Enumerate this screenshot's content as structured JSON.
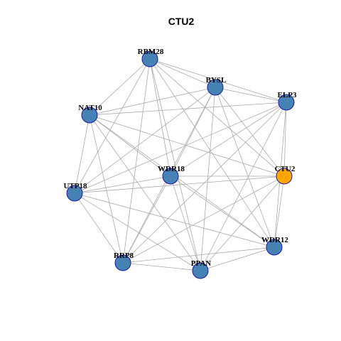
{
  "title": "CTU2",
  "colors": {
    "default_node": "#4682b4",
    "focus_node": "#ffa500",
    "node_border": "#1a1aa6",
    "edge": "#aaaaaa"
  },
  "nodes": [
    {
      "id": "RBM28",
      "label": "RBM28",
      "focus": false
    },
    {
      "id": "BYSL",
      "label": "BYSL",
      "focus": false
    },
    {
      "id": "ELP3",
      "label": "ELP3",
      "focus": false
    },
    {
      "id": "NAT10",
      "label": "NAT10",
      "focus": false
    },
    {
      "id": "WDR18",
      "label": "WDR18",
      "focus": false
    },
    {
      "id": "CTU2",
      "label": "CTU2",
      "focus": true
    },
    {
      "id": "UTP18",
      "label": "UTP18",
      "focus": false
    },
    {
      "id": "WDR12",
      "label": "WDR12",
      "focus": false
    },
    {
      "id": "RRP8",
      "label": "RRP8",
      "focus": false
    },
    {
      "id": "PPAN",
      "label": "PPAN",
      "focus": false
    }
  ],
  "edges": [
    [
      "RBM28",
      "BYSL"
    ],
    [
      "RBM28",
      "ELP3"
    ],
    [
      "RBM28",
      "NAT10"
    ],
    [
      "RBM28",
      "WDR18"
    ],
    [
      "RBM28",
      "CTU2"
    ],
    [
      "RBM28",
      "UTP18"
    ],
    [
      "RBM28",
      "WDR12"
    ],
    [
      "RBM28",
      "RRP8"
    ],
    [
      "RBM28",
      "PPAN"
    ],
    [
      "BYSL",
      "ELP3"
    ],
    [
      "BYSL",
      "NAT10"
    ],
    [
      "BYSL",
      "WDR18"
    ],
    [
      "BYSL",
      "CTU2"
    ],
    [
      "BYSL",
      "UTP18"
    ],
    [
      "BYSL",
      "WDR12"
    ],
    [
      "BYSL",
      "RRP8"
    ],
    [
      "BYSL",
      "PPAN"
    ],
    [
      "ELP3",
      "NAT10"
    ],
    [
      "ELP3",
      "WDR18"
    ],
    [
      "ELP3",
      "CTU2"
    ],
    [
      "ELP3",
      "UTP18"
    ],
    [
      "ELP3",
      "WDR12"
    ],
    [
      "ELP3",
      "RRP8"
    ],
    [
      "ELP3",
      "PPAN"
    ],
    [
      "NAT10",
      "WDR18"
    ],
    [
      "NAT10",
      "CTU2"
    ],
    [
      "NAT10",
      "UTP18"
    ],
    [
      "NAT10",
      "WDR12"
    ],
    [
      "NAT10",
      "RRP8"
    ],
    [
      "NAT10",
      "PPAN"
    ],
    [
      "WDR18",
      "CTU2"
    ],
    [
      "WDR18",
      "UTP18"
    ],
    [
      "WDR18",
      "WDR12"
    ],
    [
      "WDR18",
      "RRP8"
    ],
    [
      "WDR18",
      "PPAN"
    ],
    [
      "CTU2",
      "UTP18"
    ],
    [
      "CTU2",
      "WDR12"
    ],
    [
      "CTU2",
      "RRP8"
    ],
    [
      "CTU2",
      "PPAN"
    ],
    [
      "UTP18",
      "WDR12"
    ],
    [
      "UTP18",
      "RRP8"
    ],
    [
      "UTP18",
      "PPAN"
    ],
    [
      "WDR12",
      "RRP8"
    ],
    [
      "WDR12",
      "PPAN"
    ],
    [
      "RRP8",
      "PPAN"
    ]
  ]
}
